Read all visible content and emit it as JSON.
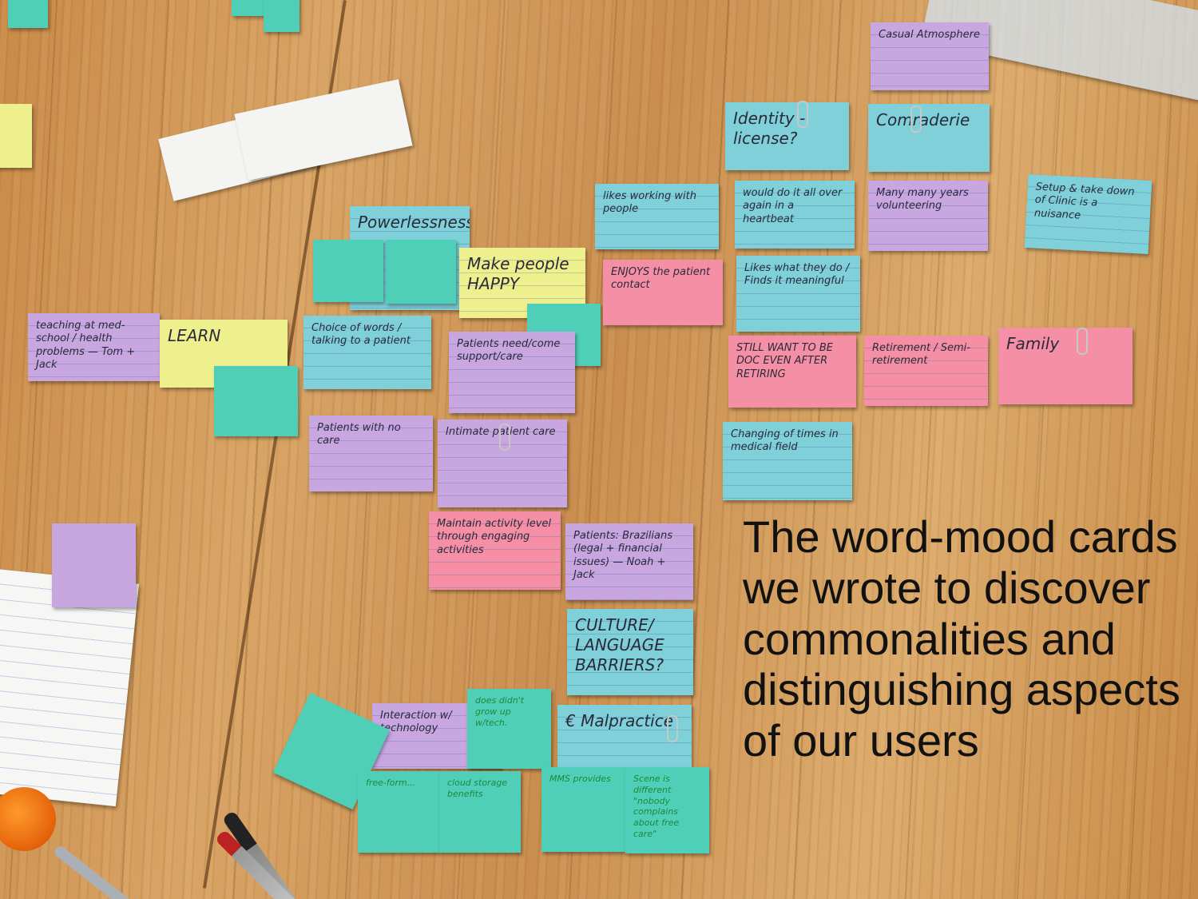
{
  "caption": "The word-mood cards we wrote to discover commonalities and distinguishing aspects of our users",
  "cards": [
    {
      "id": "casual-atmosphere",
      "text": "Casual Atmosphere",
      "color": "purple"
    },
    {
      "id": "identity",
      "text": "Identity -license?",
      "color": "blue"
    },
    {
      "id": "comraderie",
      "text": "Comraderie",
      "color": "blue"
    },
    {
      "id": "likes-working",
      "text": "likes working with people",
      "color": "blue"
    },
    {
      "id": "would-do-it",
      "text": "would do it all over again in a heartbeat",
      "color": "blue"
    },
    {
      "id": "many-years",
      "text": "Many many years volunteering",
      "color": "purple"
    },
    {
      "id": "setup-takedown",
      "text": "Setup & take down of Clinic is a nuisance",
      "color": "blue"
    },
    {
      "id": "powerlessness",
      "text": "Powerlessness?",
      "color": "blue"
    },
    {
      "id": "make-people-happy",
      "text": "Make people HAPPY",
      "color": "yellow"
    },
    {
      "id": "enjoys-contact",
      "text": "ENJOYS the patient contact",
      "color": "pink"
    },
    {
      "id": "likes-what-they-do",
      "text": "Likes what they do / Finds it meaningful",
      "color": "blue"
    },
    {
      "id": "teaching",
      "text": "teaching at med-school / health problems — Tom + Jack",
      "color": "purple"
    },
    {
      "id": "learn",
      "text": "LEARN",
      "color": "yellow"
    },
    {
      "id": "choice-of-words",
      "text": "Choice of words / talking to a patient",
      "color": "blue"
    },
    {
      "id": "patients-need",
      "text": "Patients need/come support/care",
      "color": "purple"
    },
    {
      "id": "still-want",
      "text": "STILL WANT TO BE DOC EVEN AFTER RETIRING",
      "color": "pink"
    },
    {
      "id": "retirement",
      "text": "Retirement / Semi-retirement",
      "color": "pink"
    },
    {
      "id": "family",
      "text": "Family",
      "color": "pink"
    },
    {
      "id": "patients-no-care",
      "text": "Patients with no care",
      "color": "purple"
    },
    {
      "id": "intimate-care",
      "text": "Intimate patient care",
      "color": "purple"
    },
    {
      "id": "changing-times",
      "text": "Changing of times in medical field",
      "color": "blue"
    },
    {
      "id": "maintain-activity",
      "text": "Maintain activity level through engaging activities",
      "color": "pink"
    },
    {
      "id": "patients-brazilians",
      "text": "Patients: Brazilians (legal + financial issues) — Noah + Jack",
      "color": "purple"
    },
    {
      "id": "culture-language",
      "text": "CULTURE/ LANGUAGE BARRIERS?",
      "color": "blue"
    },
    {
      "id": "interaction-tech",
      "text": "Interaction w/ technology",
      "color": "purple"
    },
    {
      "id": "malpractice",
      "text": "€ Malpractice",
      "color": "blue"
    },
    {
      "id": "free-form",
      "text": "free-form...",
      "color": "teal"
    },
    {
      "id": "cloud-storage",
      "text": "cloud storage benefits",
      "color": "teal"
    },
    {
      "id": "mms-provides",
      "text": "MMS provides",
      "color": "teal"
    },
    {
      "id": "scene-different",
      "text": "Scene is different \"nobody complains about free care\"",
      "color": "teal"
    },
    {
      "id": "does-didnt-grow",
      "text": "does didn't grow up w/tech.",
      "color": "teal"
    }
  ]
}
